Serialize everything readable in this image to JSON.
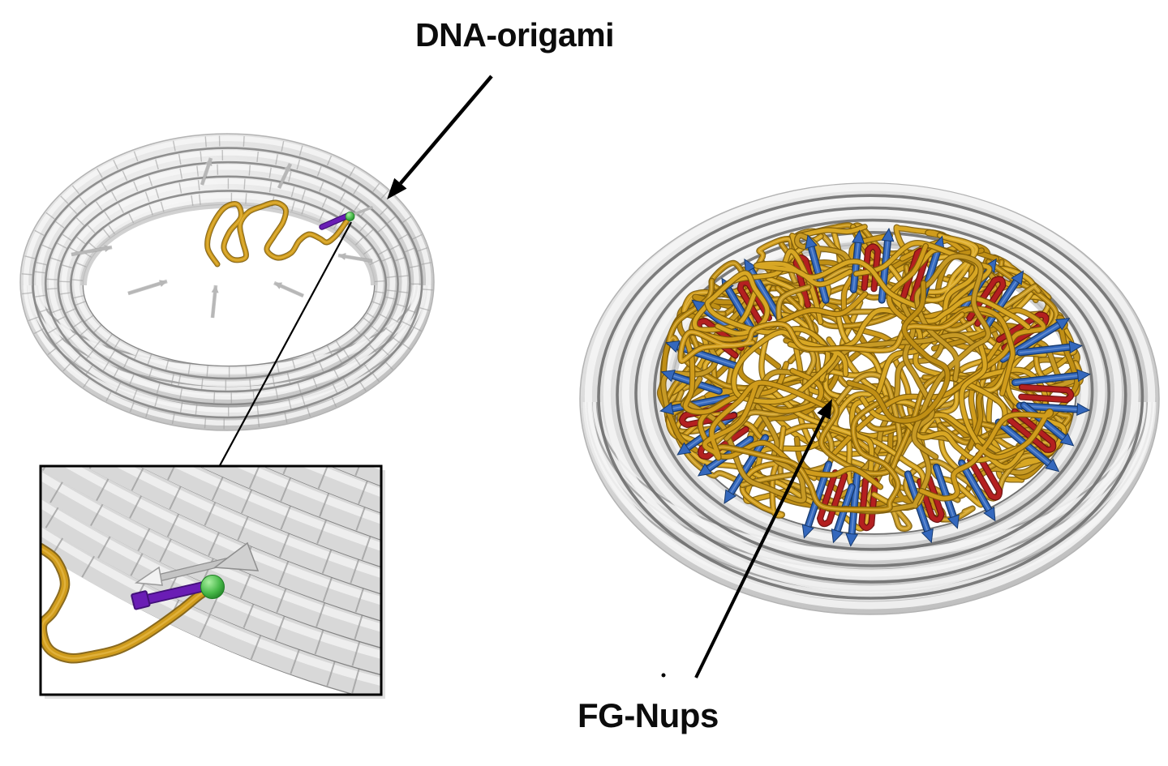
{
  "figure": {
    "type": "scientific-illustration",
    "background": "#ffffff",
    "labels": {
      "dna_origami": "DNA-origami",
      "fg_nups": "FG-Nups"
    },
    "colors": {
      "text": "#0c0c0c",
      "annotation_arrow": "#000000",
      "ring_tube_light": "#f6f6f6",
      "ring_tube_base": "#d7d7d7",
      "ring_groove_left": "#858585",
      "ring_groove_right": "#6f6f6f",
      "ring_wall_groove": "#9b9b9b",
      "segment_tick": "#a0a0a0",
      "nup_strand_gold": "#d09c1c",
      "nup_strand_gold_dark": "#7c5a08",
      "nup_strand_gold_highlight": "#efc65b",
      "anchor_blue": "#3468bd",
      "anchor_blue_dark": "#173a6e",
      "anchor_blue_highlight": "#7fa3dc",
      "anchor_red": "#b42020",
      "anchor_red_dark": "#6e0e0e",
      "linker_purple": "#6a1db5",
      "linker_purple_dark": "#43117a",
      "bead_green": "#2f9e33",
      "bead_green_dark": "#1f7d24",
      "pin_gray": "#b7b7b7",
      "inset_border": "#000000",
      "inset_background": "#ffffff"
    }
  }
}
